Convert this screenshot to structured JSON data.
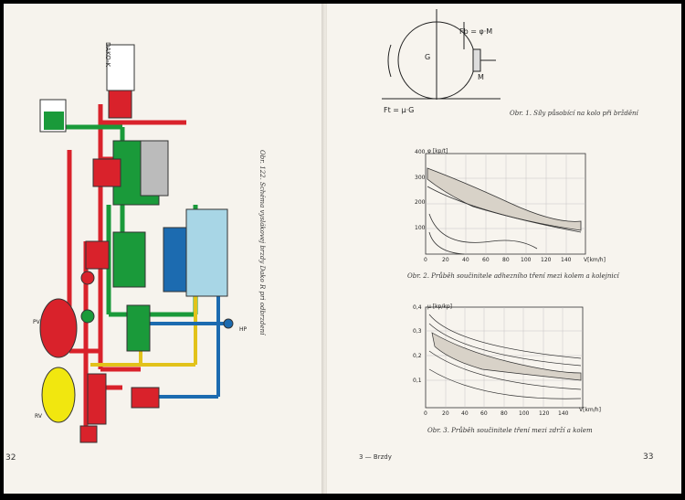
{
  "left_page": {
    "page_number": "32",
    "figure_caption": "Obr. 122. Schéma vyslákovej brzdy Dako R pri odbrzdení",
    "labels": {
      "dako": "DAKO-K",
      "pv": "PV",
      "rv": "RV",
      "hp": "HP"
    }
  },
  "right_page": {
    "page_number": "33",
    "footer": "3 — Brzdy",
    "fig1": {
      "caption": "Obr. 1. Síly působící na kolo při brždění",
      "labels": {
        "fb": "Fb = φ·M",
        "g": "G",
        "m": "M",
        "ft": "Ft = μ·G"
      }
    },
    "fig2": {
      "caption": "Obr. 2. Průběh součinitele adhezního tření mezi kolem a kolejnicí",
      "ylabel": "φ [kp/t]",
      "xlabel": "V[km/h]",
      "yticks": [
        "100",
        "200",
        "300",
        "400"
      ],
      "xticks": [
        "0",
        "20",
        "40",
        "60",
        "80",
        "100",
        "120",
        "140"
      ]
    },
    "fig3": {
      "caption": "Obr. 3. Průběh součinitele tření mezi zdrží a kolem",
      "ylabel": "μ [kp/kp]",
      "xlabel": "V[km/h]",
      "yticks": [
        "0,1",
        "0,2",
        "0,3",
        "0,4"
      ],
      "xticks": [
        "0",
        "20",
        "40",
        "60",
        "80",
        "100",
        "120",
        "140"
      ]
    }
  }
}
